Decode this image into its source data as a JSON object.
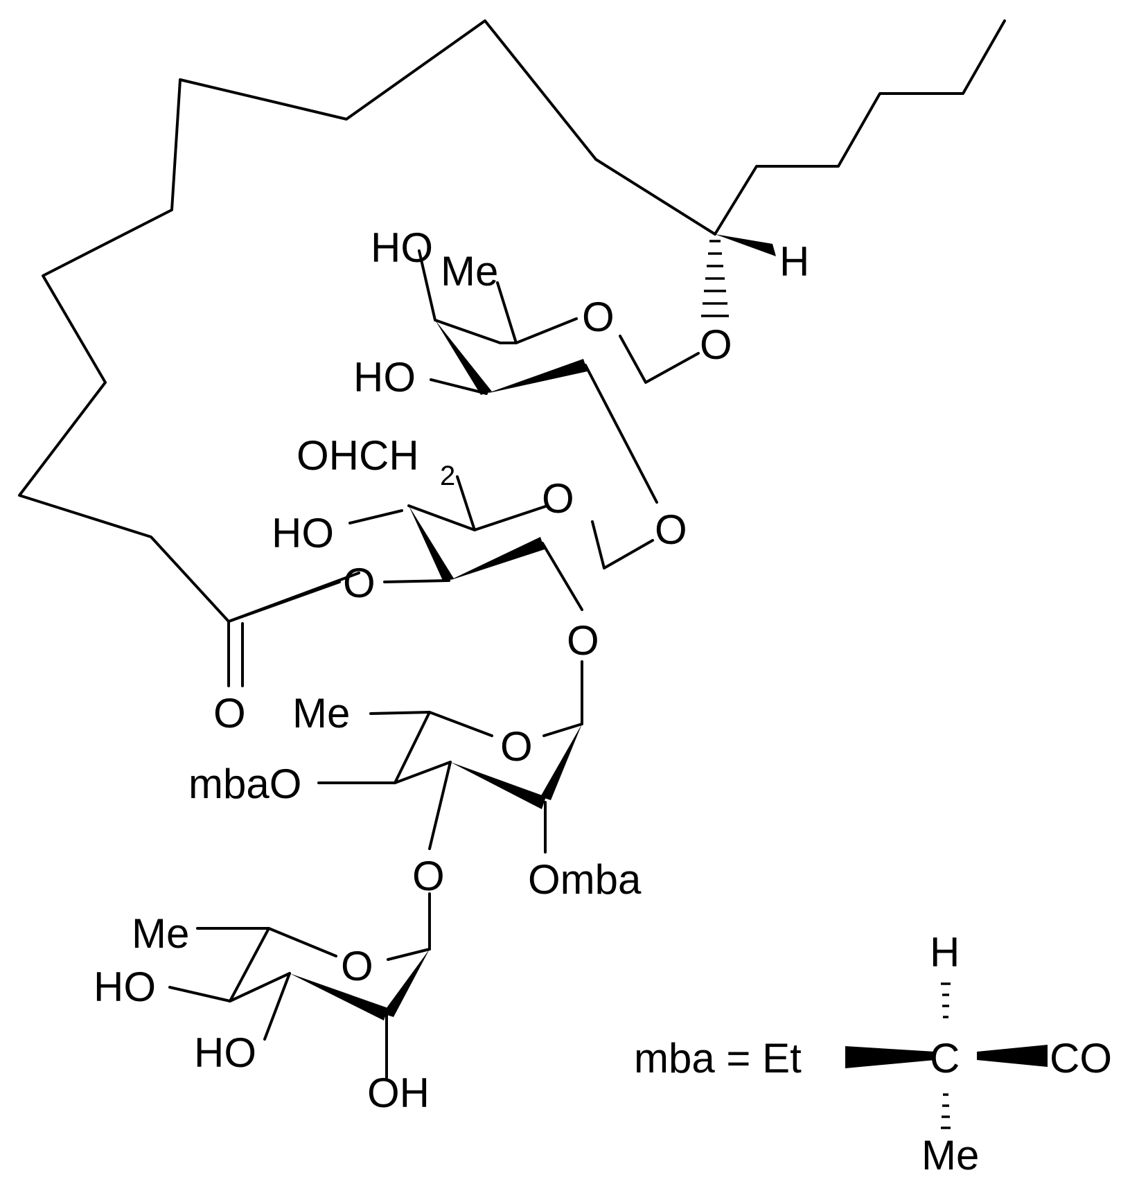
{
  "atoms": {
    "ho_top": "HO",
    "me_top": "Me",
    "h_top": "H",
    "o_ring1": "O",
    "o_link1": "O",
    "ho_r1_c3": "HO",
    "ohch2_main": "OHCH",
    "ohch2_sub": "2",
    "o_ring2": "O",
    "o_link2": "O",
    "ho_r2": "HO",
    "o_ester": "O",
    "o_link3": "O",
    "o_carbonyl": "O",
    "me_r3": "Me",
    "o_ring3": "O",
    "mbao": "mbaO",
    "omba": "Omba",
    "o_link4": "O",
    "me_r4": "Me",
    "o_ring4": "O",
    "ho_r4_a": "HO",
    "ho_r4_b": "HO",
    "oh_r4": "OH"
  },
  "legend": {
    "lhs": "mba = Et",
    "c": "C",
    "co": "CO",
    "h": "H",
    "me": "Me"
  }
}
